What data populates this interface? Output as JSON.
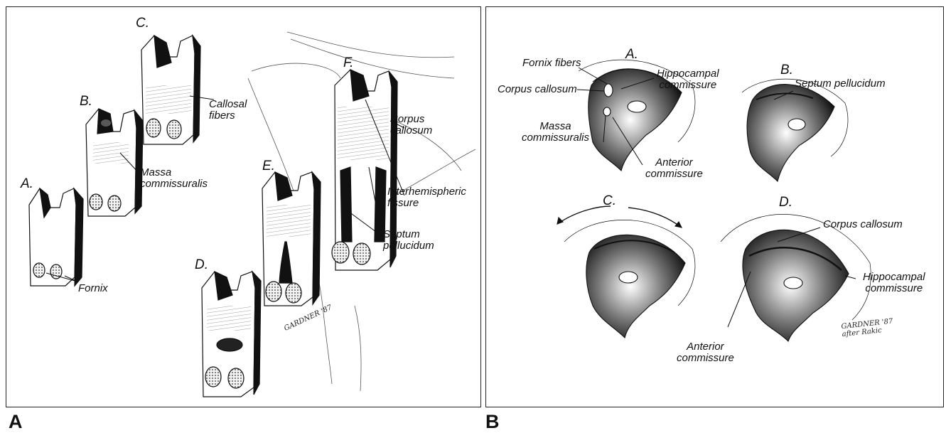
{
  "panel_a": {
    "panel_letter": "A",
    "stage_letters": [
      "A.",
      "B.",
      "C.",
      "D.",
      "E.",
      "F."
    ],
    "labels": {
      "callosal": "Callosal\nfibers",
      "massa": "Massa\ncommissuralis",
      "fornix": "Fornix",
      "corpus": "Corpus\ncallosum",
      "interhemispheric": "Interhemispheric\nfissure",
      "septum": "Septum\npellucidum"
    },
    "signature": "GARDNER '87"
  },
  "panel_b": {
    "panel_letter": "B",
    "stage_letters": [
      "A.",
      "B.",
      "C.",
      "D."
    ],
    "labels": {
      "fornix_fibers": "Fornix fibers",
      "corpus_a": "Corpus callosum",
      "hippocampal_a": "Hippocampal\ncommissure",
      "massa": "Massa\ncommissuralis",
      "anterior_a": "Anterior\ncommissure",
      "septum": "Septum pellucidum",
      "corpus_d": "Corpus callosum",
      "hippocampal_d": "Hippocampal\ncommissure",
      "anterior_d": "Anterior\ncommissure"
    },
    "signature": "GARDNER '87 after Rakic"
  }
}
